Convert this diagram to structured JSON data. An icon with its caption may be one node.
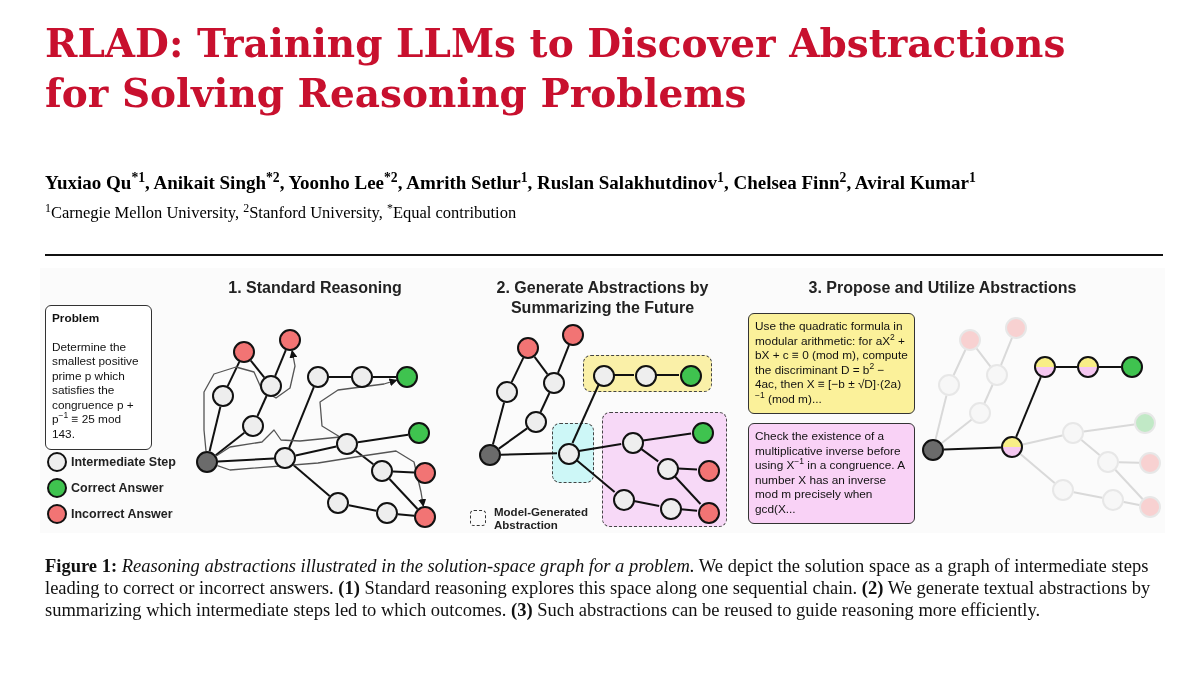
{
  "diagram": {
    "title": "RLAD: Training LLMs to Discover Abstractions for Solving Reasoning Problems",
    "caption": "**Figure 1:** *Reasoning abstractions illustrated in the solution-space graph for a problem.* We depict the solution space as a graph of intermediate steps leading to correct or incorrect answers. **(1)** Standard reasoning explores this space along one sequential chain. **(2)** We generate textual abstractions by summarizing which intermediate steps led to which outcomes. **(3)** Such abstractions can be reused to guide reasoning more efficiently.",
    "nodes": [
      {
        "text": [
          "Problem",
          "Determine the smallest positive prime p which satisfies the congruence p + p$^{−1}$ ≡ 25 mod 143."
        ]
      },
      {
        "text": [],
        "shape": "circle"
      },
      {
        "text": [],
        "shape": "circle"
      },
      {
        "text": [],
        "shape": "circle"
      },
      {
        "text": [],
        "shape": "circle"
      },
      {
        "text": [],
        "shape": "circle"
      },
      {
        "text": [],
        "shape": "circle"
      },
      {
        "text": [],
        "shape": "circle"
      },
      {
        "text": [],
        "shape": "circle"
      },
      {
        "text": [],
        "shape": "circle"
      },
      {
        "text": [],
        "shape": "circle"
      },
      {
        "text": [],
        "shape": "circle"
      },
      {
        "text": [],
        "shape": "circle"
      },
      {
        "text": [],
        "shape": "circle"
      },
      {
        "text": [],
        "shape": "circle"
      },
      {
        "text": [],
        "shape": "circle"
      },
      {
        "text": [],
        "shape": "circle"
      },
      {
        "text": [],
        "shape": "circle"
      },
      {
        "text": [],
        "shape": "box"
      },
      {
        "text": [],
        "shape": "box"
      },
      {
        "text": [],
        "shape": "box"
      },
      {
        "text": [],
        "shape": "circle"
      },
      {
        "text": [],
        "shape": "circle"
      },
      {
        "text": [],
        "shape": "circle"
      },
      {
        "text": [],
        "shape": "circle"
      },
      {
        "text": [],
        "shape": "circle"
      },
      {
        "text": [],
        "shape": "circle"
      },
      {
        "text": [],
        "shape": "circle",
        "in": 19
      },
      {
        "text": [],
        "shape": "circle",
        "in": 18
      },
      {
        "text": [],
        "shape": "circle",
        "in": 18
      },
      {
        "text": [],
        "shape": "circle",
        "in": 18
      },
      {
        "text": [],
        "shape": "circle",
        "in": 20
      },
      {
        "text": [],
        "shape": "circle",
        "in": 20
      },
      {
        "text": [],
        "shape": "circle",
        "in": 20
      },
      {
        "text": [],
        "shape": "circle",
        "in": 20
      },
      {
        "text": [],
        "shape": "circle",
        "in": 20
      },
      {
        "text": [],
        "shape": "circle",
        "in": 20
      },
      {
        "text": [],
        "shape": "circle",
        "in": 20
      },
      {
        "text": [
          "Use the quadratic formula in modular arithmetic: for aX$^{2}$ + bX + c ≡ 0 (mod m), compute the discriminant D = b$^{2}$ − 4ac, then X ≡ [−b ± √D]·(2a)$^{−1}$ (mod m)..."
        ]
      },
      {
        "text": [
          "Check the existence of a multiplicative inverse before using X$^{−1}$ in a congruence. A number X has an inverse mod m precisely when gcd(X..."
        ]
      },
      {
        "text": [],
        "shape": "circle"
      },
      {
        "text": [],
        "shape": "circle"
      },
      {
        "text": [],
        "shape": "circle"
      },
      {
        "text": [],
        "shape": "circle"
      },
      {
        "text": [],
        "shape": "circle"
      },
      {
        "text": [],
        "shape": "circle"
      },
      {
        "text": [],
        "shape": "circle"
      },
      {
        "text": [],
        "shape": "circle"
      },
      {
        "text": [],
        "shape": "circle"
      },
      {
        "text": [],
        "shape": "circle"
      },
      {
        "text": [],
        "shape": "circle"
      },
      {
        "text": [],
        "shape": "circle"
      },
      {
        "text": [],
        "shape": "circle"
      },
      {
        "text": [],
        "shape": "circle"
      },
      {
        "text": [],
        "shape": "circle"
      },
      {
        "text": [],
        "shape": "circle"
      },
      {
        "text": [],
        "shape": "circle"
      }
    ],
    "edges": [
      {
        "from": 1,
        "to": 2,
        "arrow": "none"
      },
      {
        "from": 2,
        "to": 3,
        "arrow": "none"
      },
      {
        "from": 1,
        "to": 4,
        "arrow": "none"
      },
      {
        "from": 4,
        "to": 5,
        "arrow": "none"
      },
      {
        "from": 5,
        "to": 6,
        "arrow": "none"
      },
      {
        "from": 3,
        "to": 5,
        "arrow": "none"
      },
      {
        "from": 1,
        "to": 7,
        "arrow": "none"
      },
      {
        "from": 7,
        "to": 8,
        "arrow": "none"
      },
      {
        "from": 8,
        "to": 9,
        "arrow": "none"
      },
      {
        "from": 9,
        "to": 10,
        "arrow": "none"
      },
      {
        "from": 7,
        "to": 11,
        "arrow": "none"
      },
      {
        "from": 11,
        "to": 12,
        "arrow": "none"
      },
      {
        "from": 11,
        "to": 13,
        "arrow": "none"
      },
      {
        "from": 13,
        "to": 14,
        "arrow": "none"
      },
      {
        "from": 13,
        "to": 15,
        "arrow": "none"
      },
      {
        "from": 7,
        "to": 16,
        "arrow": "none"
      },
      {
        "from": 16,
        "to": 17,
        "arrow": "none"
      },
      {
        "from": 17,
        "to": 15,
        "arrow": "none"
      },
      {
        "from": 21,
        "to": 22,
        "arrow": "none"
      },
      {
        "from": 22,
        "to": 23,
        "arrow": "none"
      },
      {
        "from": 21,
        "to": 24,
        "arrow": "none"
      },
      {
        "from": 24,
        "to": 25,
        "arrow": "none"
      },
      {
        "from": 25,
        "to": 26,
        "arrow": "none"
      },
      {
        "from": 23,
        "to": 25,
        "arrow": "none"
      },
      {
        "from": 21,
        "to": 27,
        "arrow": "none"
      },
      {
        "from": 27,
        "to": 28,
        "arrow": "none"
      },
      {
        "from": 28,
        "to": 29,
        "arrow": "none"
      },
      {
        "from": 29,
        "to": 30,
        "arrow": "none"
      },
      {
        "from": 27,
        "to": 31,
        "arrow": "none"
      },
      {
        "from": 31,
        "to": 32,
        "arrow": "none"
      },
      {
        "from": 31,
        "to": 33,
        "arrow": "none"
      },
      {
        "from": 33,
        "to": 34,
        "arrow": "none"
      },
      {
        "from": 33,
        "to": 35,
        "arrow": "none"
      },
      {
        "from": 27,
        "to": 36,
        "arrow": "none"
      },
      {
        "from": 36,
        "to": 37,
        "arrow": "none"
      },
      {
        "from": 37,
        "to": 35,
        "arrow": "none"
      },
      {
        "from": 40,
        "to": 41,
        "arrow": "none",
        "color": "#d9d9d9"
      },
      {
        "from": 41,
        "to": 42,
        "arrow": "none",
        "color": "#d9d9d9"
      },
      {
        "from": 40,
        "to": 43,
        "arrow": "none",
        "color": "#d9d9d9"
      },
      {
        "from": 43,
        "to": 44,
        "arrow": "none",
        "color": "#d9d9d9"
      },
      {
        "from": 44,
        "to": 45,
        "arrow": "none",
        "color": "#d9d9d9"
      },
      {
        "from": 42,
        "to": 44,
        "arrow": "none",
        "color": "#d9d9d9"
      },
      {
        "from": 40,
        "to": 46,
        "arrow": "none"
      },
      {
        "from": 46,
        "to": 47,
        "arrow": "none"
      },
      {
        "from": 47,
        "to": 48,
        "arrow": "none"
      },
      {
        "from": 48,
        "to": 49,
        "arrow": "none"
      },
      {
        "from": 46,
        "to": 50,
        "arrow": "none",
        "color": "#d9d9d9"
      },
      {
        "from": 50,
        "to": 51,
        "arrow": "none",
        "color": "#d9d9d9"
      },
      {
        "from": 50,
        "to": 52,
        "arrow": "none",
        "color": "#d9d9d9"
      },
      {
        "from": 52,
        "to": 53,
        "arrow": "none",
        "color": "#d9d9d9"
      },
      {
        "from": 52,
        "to": 54,
        "arrow": "none",
        "color": "#d9d9d9"
      },
      {
        "from": 46,
        "to": 55,
        "arrow": "none",
        "color": "#d9d9d9"
      },
      {
        "from": 55,
        "to": 56,
        "arrow": "none",
        "color": "#d9d9d9"
      },
      {
        "from": 56,
        "to": 54,
        "arrow": "none",
        "color": "#d9d9d9"
      },
      {
        "from": 1,
        "to": 6,
        "arrow": "to",
        "color": "#555555"
      },
      {
        "from": 1,
        "to": 10,
        "arrow": "to",
        "color": "#555555"
      },
      {
        "from": 1,
        "to": 15,
        "arrow": "to",
        "color": "#555555"
      }
    ],
    "labels": [
      "Yuxiao Qu$^{*1}$, Anikait Singh$^{*2}$, Yoonho Lee$^{*2}$, Amrith Setlur$^{1}$, Ruslan Salakhutdinov$^{1}$, Chelsea Finn$^{2}$, Aviral Kumar$^{1}$",
      "$^{1}$Carnegie Mellon University, $^{2}$Stanford University, $^{*}$Equal contribution",
      "1. Standard Reasoning",
      "2. Generate Abstractions by Summarizing the Future",
      "3. Propose and Utilize Abstractions"
    ],
    "legend": [
      {
        "text": "Intermediate Step",
        "color": "#eeeeee"
      },
      {
        "text": "Correct Answer",
        "color": "#3fc34f"
      },
      {
        "text": "Incorrect Answer",
        "color": "#f27474"
      },
      {
        "text": "Model-Generated Abstraction"
      }
    ]
  }
}
